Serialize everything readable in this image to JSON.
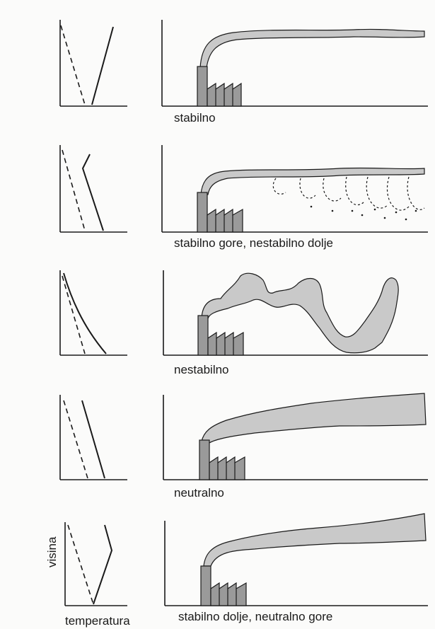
{
  "ghost_heading": "",
  "captions": [
    "stabilno",
    "stabilno gore, nestabilno dolje",
    "nestabilno",
    "neutralno",
    "stabilno dolje, neutralno gore"
  ],
  "axis_labels": {
    "y": "visina",
    "x": "temperatura"
  },
  "colors": {
    "ink": "#1a1a1a",
    "plume_fill": "#c9c9c9",
    "stack_fill": "#9a9a9a"
  }
}
